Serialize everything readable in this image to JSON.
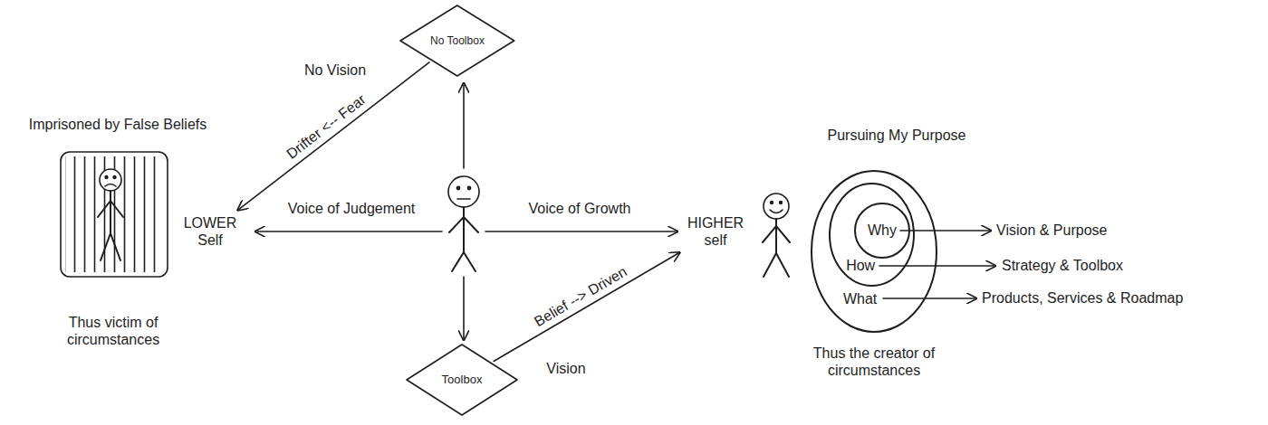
{
  "diagram": {
    "nodes": [
      {
        "text": [
          "No Toolbox"
        ]
      },
      {
        "text": [
          "LOWER Self"
        ]
      },
      {
        "text": [
          "HIGHER self"
        ]
      },
      {
        "text": [
          "Toolbox"
        ]
      },
      {
        "text": [
          "What"
        ]
      },
      {
        "text": [
          "How"
        ],
        "in": 4
      },
      {
        "text": [
          "Why"
        ],
        "in": 5
      }
    ],
    "edges": [
      {
        "from": 0,
        "to": 1,
        "label": "Drifter <-- Fear",
        "arrow": "to"
      },
      {
        "from": 3,
        "to": 2,
        "label": "Belief --> Driven",
        "arrow": "to"
      }
    ],
    "labels": [
      "Imprisoned by False Beliefs",
      "Thus victim of circumstances",
      "No Vision",
      "Voice of Judgement",
      "Voice of Growth",
      "Vision",
      "Pursuing My Purpose",
      "Vision & Purpose",
      "Strategy & Toolbox",
      "Products, Services & Roadmap",
      "Thus the creator of circumstances"
    ]
  }
}
